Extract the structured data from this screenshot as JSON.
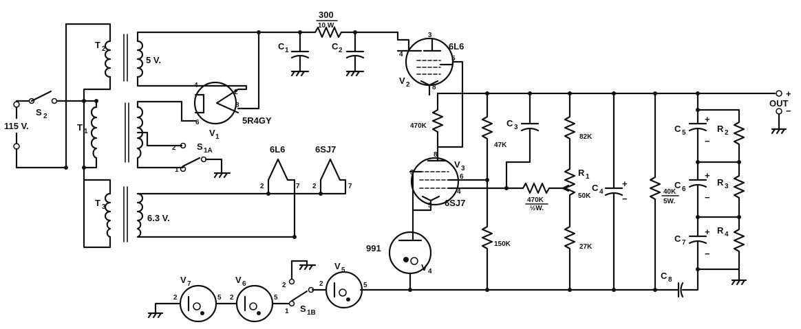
{
  "labels": {
    "line_voltage": "115 V.",
    "s2": "S",
    "s2_sub": "2",
    "s1a": "S",
    "s1a_sub": "1A",
    "s1b": "S",
    "s1b_sub": "1B",
    "t1": "T",
    "t1_sub": "1",
    "t2": "T",
    "t2_sub": "2",
    "t3": "T",
    "t3_sub": "3",
    "t2_secondary": "5 V.",
    "t3_secondary": "6.3 V.",
    "v1": "V",
    "v1_sub": "1",
    "v1_type": "5R4GY",
    "v2": "V",
    "v2_sub": "2",
    "v2_type": "6L6",
    "v3": "V",
    "v3_sub": "3",
    "v3_type": "6SJ7",
    "v4": "V",
    "v4_sub": "4",
    "v4_type": "991",
    "v5": "V",
    "v5_sub": "5",
    "v6": "V",
    "v6_sub": "6",
    "v7": "V",
    "v7_sub": "7",
    "heater_6l6": "6L6",
    "heater_6sj7": "6SJ7",
    "c1": "C",
    "c1_sub": "1",
    "c2": "C",
    "c2_sub": "2",
    "c3": "C",
    "c3_sub": "3",
    "c4": "C",
    "c4_sub": "4",
    "c5": "C",
    "c5_sub": "5",
    "c6": "C",
    "c6_sub": "6",
    "c7": "C",
    "c7_sub": "7",
    "c8": "C",
    "c8_sub": "8",
    "r1": "R",
    "r1_sub": "1",
    "r1_value": "50K",
    "r2": "R",
    "r2_sub": "2",
    "r3": "R",
    "r3_sub": "3",
    "r4": "R",
    "r4_sub": "4",
    "r_series_ohms": "300",
    "r_series_watts": "10 W.",
    "r_470k_plate": "470K",
    "r_47k": "47K",
    "r_82k": "82K",
    "r_27k": "27K",
    "r_150k": "150K",
    "r_grid_value": "470K",
    "r_grid_watts": "½W.",
    "r_bleeder_value": "40K",
    "r_bleeder_watts": "5W.",
    "out": "OUT",
    "out_plus": "+",
    "out_minus": "−",
    "plus": "+",
    "minus": "−",
    "pins": {
      "v1_4": "4",
      "v1_2": "2",
      "v1_8": "8",
      "v1_6": "6",
      "v2_3": "3",
      "v2_4": "4",
      "v2_5": "5",
      "v2_8": "8",
      "v3_8": "8",
      "v3_3": "3",
      "v3_6": "6",
      "v3_4": "4",
      "v3_5": "5",
      "h6l6_2": "2",
      "h6l6_7": "7",
      "h6sj7_2": "2",
      "h6sj7_7": "7",
      "s1a_1": "1",
      "s1a_2": "2",
      "s1b_1": "1",
      "s1b_2": "2",
      "v5_2": "2",
      "v5_5": "5",
      "v6_2": "2",
      "v6_5": "5",
      "v7_2": "2",
      "v7_5": "5"
    }
  }
}
